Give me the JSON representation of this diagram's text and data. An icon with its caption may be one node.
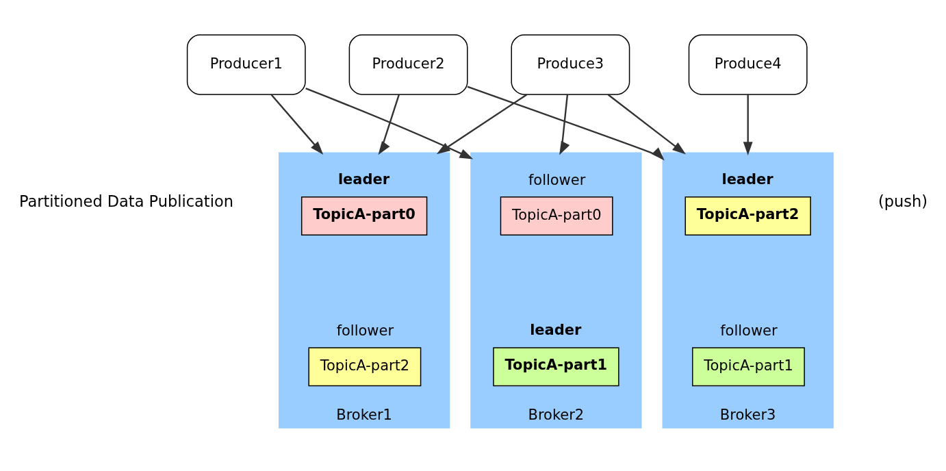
{
  "diagram": {
    "nodes": [
      {
        "text": [
          "Producer1"
        ]
      },
      {
        "text": [
          "Producer2"
        ]
      },
      {
        "text": [
          "Produce3"
        ]
      },
      {
        "text": [
          "Produce4"
        ]
      },
      {
        "text": [
          "Broker1"
        ]
      },
      {
        "text": [
          "leader",
          "TopicA-part0"
        ],
        "in": 4
      },
      {
        "text": [
          "follower",
          "TopicA-part2"
        ],
        "in": 4
      },
      {
        "text": [
          "Broker2"
        ]
      },
      {
        "text": [
          "follower",
          "TopicA-part0"
        ],
        "in": 7
      },
      {
        "text": [
          "leader",
          "TopicA-part1"
        ],
        "in": 7
      },
      {
        "text": [
          "Broker3"
        ]
      },
      {
        "text": [
          "leader",
          "TopicA-part2"
        ],
        "in": 10
      },
      {
        "text": [
          "follower",
          "TopicA-part1"
        ],
        "in": 10
      }
    ],
    "edges": [
      {
        "from": 0,
        "to": 4,
        "arrow": "to"
      },
      {
        "from": 0,
        "to": 7,
        "arrow": "to"
      },
      {
        "from": 1,
        "to": 4,
        "arrow": "to"
      },
      {
        "from": 1,
        "to": 10,
        "arrow": "to"
      },
      {
        "from": 2,
        "to": 4,
        "arrow": "to"
      },
      {
        "from": 2,
        "to": 7,
        "arrow": "to"
      },
      {
        "from": 2,
        "to": 10,
        "arrow": "to"
      },
      {
        "from": 3,
        "to": 10,
        "arrow": "to"
      }
    ],
    "labels": [
      "Partitioned Data Publication",
      "(push)"
    ]
  }
}
